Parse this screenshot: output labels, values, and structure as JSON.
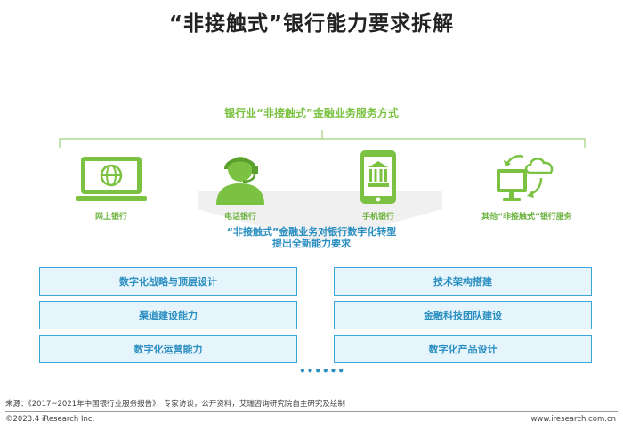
{
  "title": "“非接触式”银行能力要求拆解",
  "subtitle": "银行业“非接触式”金融业务服务方式",
  "channels": [
    {
      "label": "网上银行",
      "icon": "computer-globe-icon"
    },
    {
      "label": "电话银行",
      "icon": "call-agent-headset-icon"
    },
    {
      "label": "手机银行",
      "icon": "mobile-bank-icon"
    },
    {
      "label": "其他“非接触式”银行服务",
      "icon": "cloud-computer-sync-icon"
    }
  ],
  "transition": {
    "line1": "“非接触式”金融业务对银行数字化转型",
    "line2": "提出全新能力要求"
  },
  "capabilities": {
    "left": [
      "数字化战略与顶层设计",
      "渠道建设能力",
      "数字化运营能力"
    ],
    "right": [
      "技术架构搭建",
      "金融科技团队建设",
      "数字化产品设计"
    ]
  },
  "more": "••••••",
  "footer": {
    "source": "来源：《2017~2021年中国银行业服务报告》，专家访谈，公开资料，艾瑞咨询研究院自主研究及绘制",
    "copyright": "©2023.4 iResearch Inc.",
    "website": "www.iresearch.com.cn"
  },
  "colors": {
    "green": "#7cc242",
    "blue": "#2b8fc2",
    "box_fill": "#e6f4fb",
    "box_border": "#3aa6d8"
  }
}
